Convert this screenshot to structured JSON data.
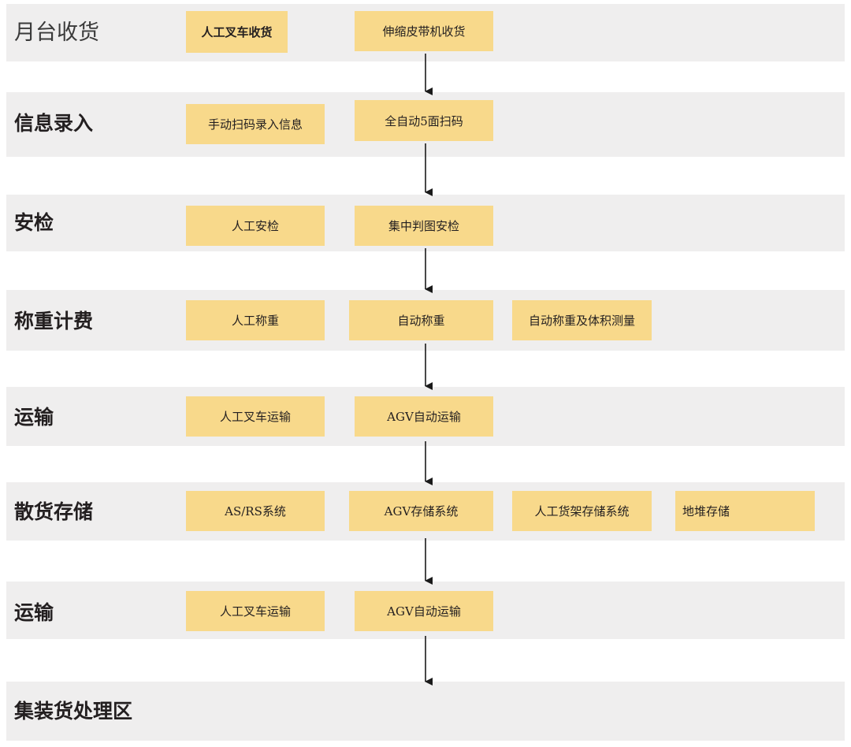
{
  "stages": [
    {
      "label": "月台收货",
      "options": [
        "人工叉车收货",
        "伸缩皮带机收货"
      ]
    },
    {
      "label": "信息录入",
      "options": [
        "手动扫码录入信息",
        "全自动5面扫码"
      ]
    },
    {
      "label": "安检",
      "options": [
        "人工安检",
        "集中判图安检"
      ]
    },
    {
      "label": "称重计费",
      "options": [
        "人工称重",
        "自动称重",
        "自动称重及体积测量"
      ]
    },
    {
      "label": "运输",
      "options": [
        "人工叉车运输",
        "AGV自动运输"
      ]
    },
    {
      "label": "散货存储",
      "options": [
        "AS/RS系统",
        "AGV存储系统",
        "人工货架存储系统",
        "地堆存储"
      ]
    },
    {
      "label": "运输",
      "options": [
        "人工叉车运输",
        "AGV自动运输"
      ]
    },
    {
      "label": "集装货处理区",
      "options": []
    }
  ],
  "colors": {
    "band": "#efeeee",
    "box": "#f8d98b",
    "text": "#231f20",
    "arrow": "#1a1a1a"
  }
}
